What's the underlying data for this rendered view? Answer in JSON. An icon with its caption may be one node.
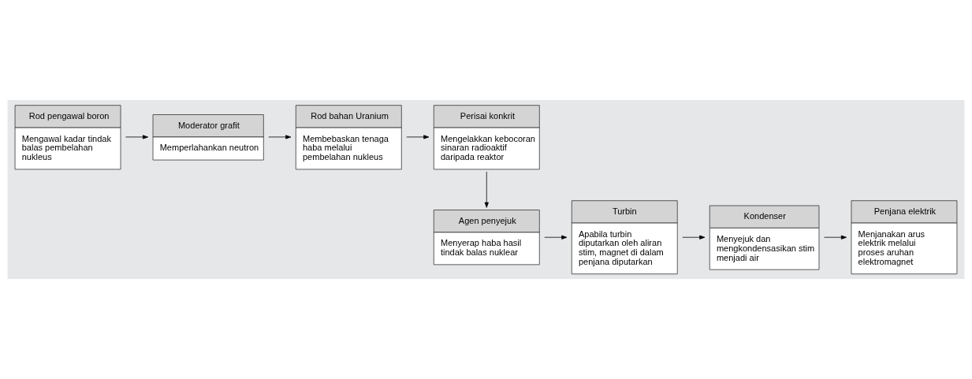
{
  "diagram": {
    "nodes": [
      {
        "text": [
          "Rod pengawal boron",
          "Mengawal kadar tindak balas pembelahan nukleus"
        ]
      },
      {
        "text": [
          "Moderator grafit",
          "Memperlahankan neutron"
        ]
      },
      {
        "text": [
          "Rod bahan Uranium",
          "Membebaskan tenaga haba melalui pembelahan nukleus"
        ]
      },
      {
        "text": [
          "Perisai konkrit",
          "Mengelakkan kebocoran sinaran radioaktif daripada reaktor"
        ]
      },
      {
        "text": [
          "Agen penyejuk",
          "Menyerap haba hasil tindak balas nuklear"
        ]
      },
      {
        "text": [
          "Turbin",
          "Apabila turbin diputarkan oleh aliran stim, magnet di dalam penjana diputarkan"
        ]
      },
      {
        "text": [
          "Kondenser",
          "Menyejuk dan mengkondensasikan stim menjadi air"
        ]
      },
      {
        "text": [
          "Penjana elektrik",
          "Menjanakan arus elektrik melalui proses aruhan elektromagnet"
        ]
      }
    ],
    "edges": [
      {
        "from": 0,
        "to": 1,
        "arrow": "to"
      },
      {
        "from": 1,
        "to": 2,
        "arrow": "to"
      },
      {
        "from": 2,
        "to": 3,
        "arrow": "to"
      },
      {
        "from": 3,
        "to": 4,
        "arrow": "to"
      },
      {
        "from": 4,
        "to": 5,
        "arrow": "to"
      },
      {
        "from": 5,
        "to": 6,
        "arrow": "to"
      },
      {
        "from": 6,
        "to": 7,
        "arrow": "to"
      }
    ]
  }
}
